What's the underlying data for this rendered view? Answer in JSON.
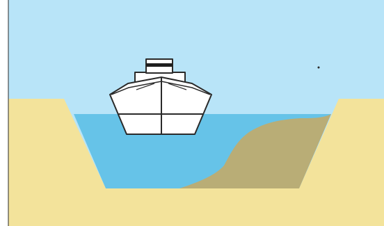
{
  "figure": {
    "colors": {
      "sky": "#b8e4f8",
      "water": "#66c3e8",
      "ground": "#f3e39b",
      "sediment": "#b9ad76",
      "ship_hull": "#ffffff",
      "outline": "#2a2a2a",
      "funnel_band": "#1f1f1f"
    },
    "components": [
      "sky",
      "water",
      "ground",
      "sediment-bank",
      "ship",
      "funnel"
    ]
  }
}
